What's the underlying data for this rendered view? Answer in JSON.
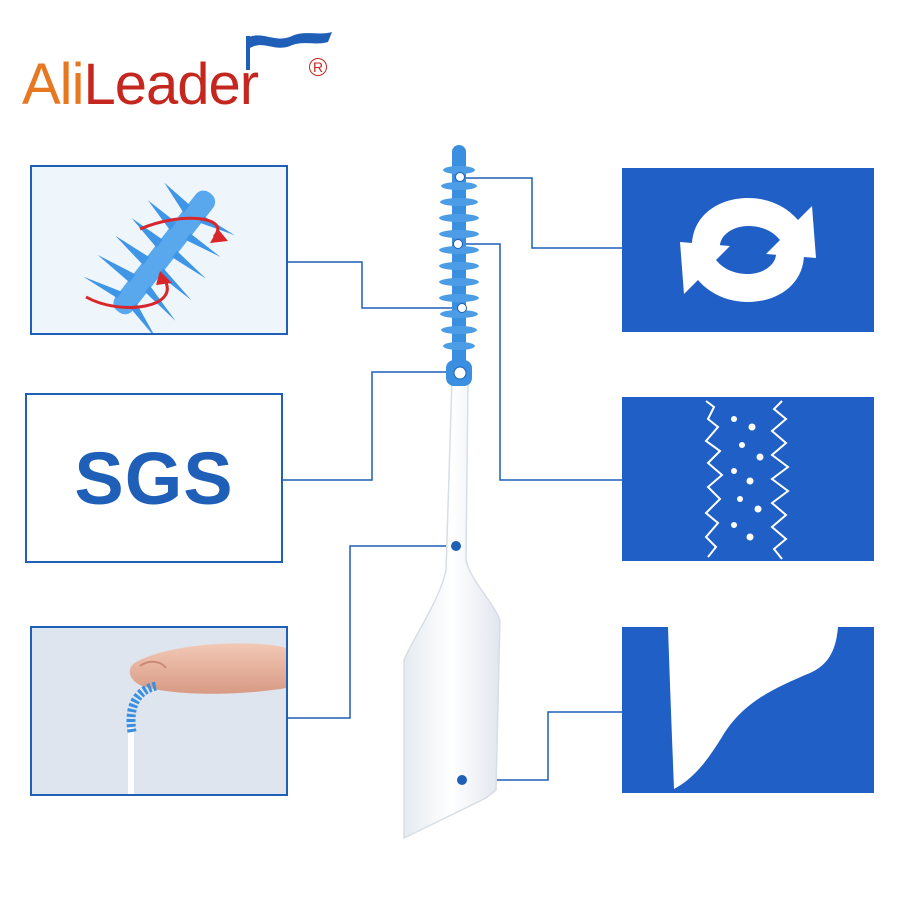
{
  "brand": {
    "name_part1": "Ali",
    "name_part2": "Leader",
    "registered_mark": "R",
    "colors": {
      "ali": "#e87722",
      "leader": "#c4271f",
      "flag": "#1f5fb8"
    }
  },
  "panels": {
    "sgs_label": "SGS"
  },
  "icons": {
    "rotate": "rotate-arrows-icon",
    "bristles": "bristle-cross-section-icon",
    "tip": "angled-tip-closeup-icon"
  },
  "colors": {
    "accent_blue": "#1f5fc6",
    "line_blue": "#1f5fb8",
    "brush_blue": "#3a8fe0",
    "handle_white": "#ffffff"
  }
}
